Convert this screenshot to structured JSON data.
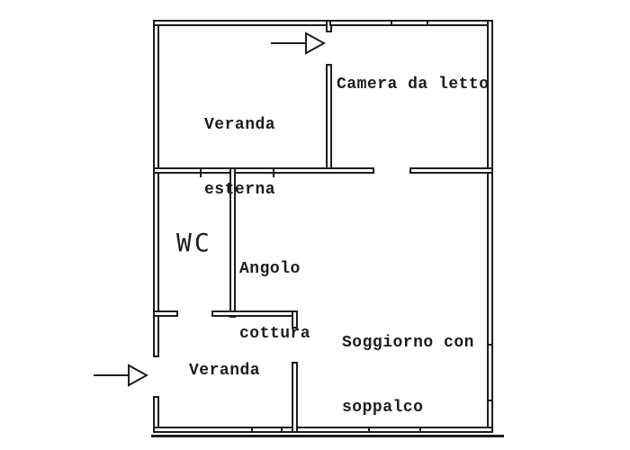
{
  "colors": {
    "wall": "#1c1c1c",
    "background": "#ffffff"
  },
  "rooms": {
    "veranda_esterna": {
      "line1": "Veranda",
      "line2": "esterna"
    },
    "camera_da_letto": {
      "label": "Camera da letto"
    },
    "angolo_cottura": {
      "line1": "Angolo",
      "line2": "cottura"
    },
    "wc": {
      "label": "WC"
    },
    "soggiorno": {
      "line1": "Soggiorno con",
      "line2": "soppalco"
    },
    "veranda": {
      "label": "Veranda"
    }
  },
  "entrances": {
    "top": {
      "icon": "arrow-right"
    },
    "left": {
      "icon": "arrow-right"
    }
  }
}
